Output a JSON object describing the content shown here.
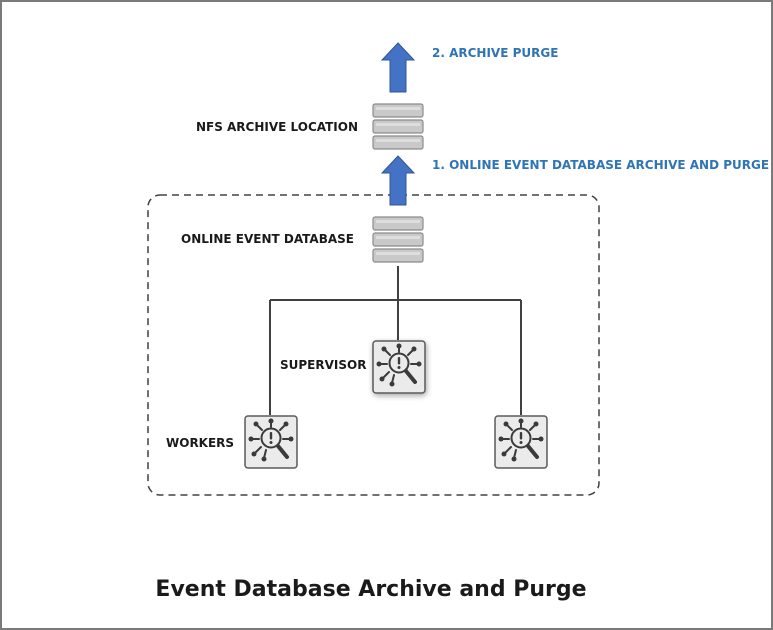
{
  "labels": {
    "archive_purge": "2. ARCHIVE PURGE",
    "nfs_archive_location": "NFS ARCHIVE LOCATION",
    "online_archive_and_purge": "1. ONLINE EVENT DATABASE ARCHIVE AND PURGE",
    "online_event_database": "ONLINE EVENT DATABASE",
    "supervisor": "SUPERVISOR",
    "workers": "WORKERS"
  },
  "caption": "Event Database Archive and Purge",
  "colors": {
    "arrow_fill": "#4472c4",
    "arrow_stroke": "#2f5597",
    "blue_text": "#2e75b6",
    "database_fill": "#c9c9c9",
    "database_stroke": "#8c8c8c",
    "line": "#404040",
    "node_fill": "#ebebeb",
    "node_icon": "#3a3a3a"
  },
  "icons": {
    "database": "database-icon",
    "node": "analytics-node-icon",
    "arrow": "up-arrow-icon"
  }
}
